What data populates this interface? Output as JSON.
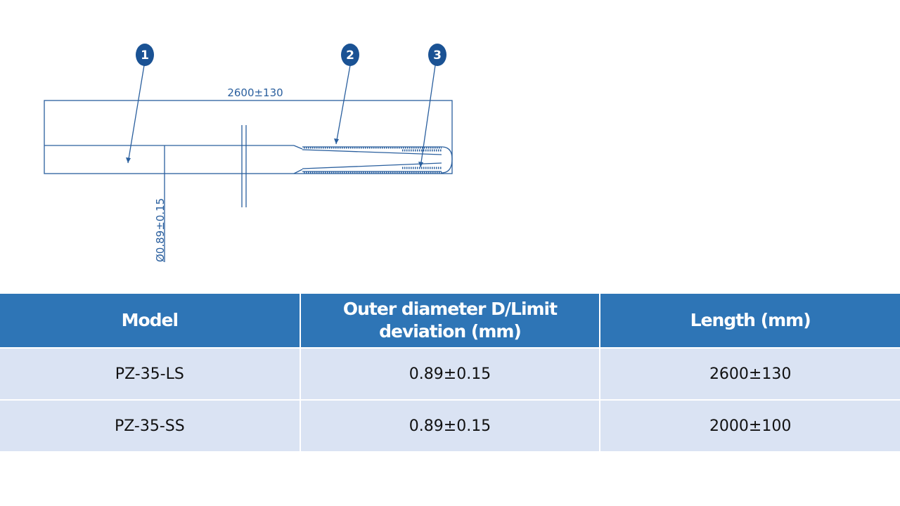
{
  "drawing": {
    "callouts": [
      "1",
      "2",
      "3"
    ],
    "length_dim": "2600±130",
    "diameter_dim": "Ø0.89±0.15",
    "line_color": "#2a5f9e",
    "callout_color": "#1a5294"
  },
  "table": {
    "headers": [
      "Model",
      "Outer diameter D/Limit deviation (mm)",
      "Length (mm)"
    ],
    "rows": [
      [
        "PZ-35-LS",
        "0.89±0.15",
        "2600±130"
      ],
      [
        "PZ-35-SS",
        "0.89±0.15",
        "2000±100"
      ]
    ],
    "header_color": "#2e75b6",
    "row_color": "#dae3f3"
  }
}
